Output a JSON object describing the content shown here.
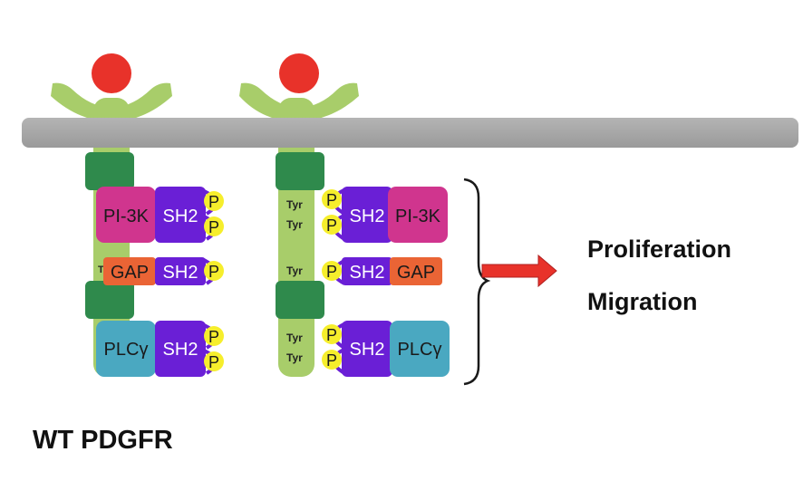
{
  "diagram": {
    "caption": "WT PDGFR",
    "outcomes": [
      "Proliferation",
      "Migration"
    ],
    "labels": {
      "pi3k": "PI-3K",
      "sh2": "SH2",
      "gap": "GAP",
      "plc": "PLCγ",
      "tyr": "Tyr",
      "p": "P"
    },
    "colors": {
      "membrane": "#a7a7a7",
      "receptor": "#a8cd6a",
      "kinase_domain": "#2f8a4c",
      "ligand": "#e8322a",
      "pi3k": "#d0358e",
      "sh2": "#6a1fd6",
      "gap": "#ea6435",
      "plc": "#4aa8c1",
      "phosphate": "#f6ee2c",
      "arrow": "#e8322a"
    }
  }
}
